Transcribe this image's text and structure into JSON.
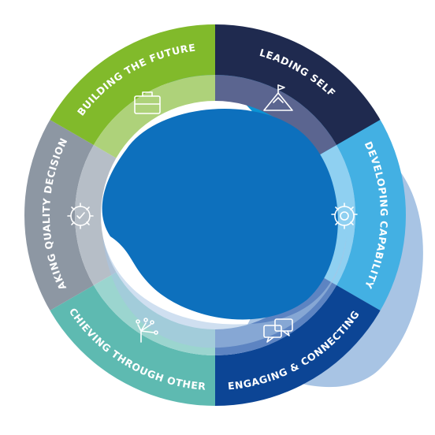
{
  "diagram": {
    "segments": [
      {
        "label": "LEADING SELF",
        "icon": "mountain-flag-icon",
        "outer": "#1f2a4f",
        "inner": "#5b6590"
      },
      {
        "label": "DEVELOPING CAPABILITY",
        "icon": "gear-head-icon",
        "outer": "#43b0e3",
        "inner": "#8fd0f1"
      },
      {
        "label": "ENGAGING & CONNECTING",
        "icon": "chat-bubbles-icon",
        "outer": "#0c4595",
        "inner": "#5d84c2"
      },
      {
        "label": "ACHIEVING THROUGH OTHERS",
        "icon": "hand-network-icon",
        "outer": "#5ebab1",
        "inner": "#9bd5cf"
      },
      {
        "label": "MAKING QUALITY DECISIONS",
        "icon": "gear-check-icon",
        "outer": "#8d97a3",
        "inner": "#b6bec7"
      },
      {
        "label": "BUILDING THE FUTURE",
        "icon": "briefcase-icon",
        "outer": "#81ba2b",
        "inner": "#aed27a"
      }
    ],
    "colors": {
      "center": "#0d70bd",
      "back_blue": "#0b93d4",
      "back_light": "#a8c4e4"
    }
  }
}
